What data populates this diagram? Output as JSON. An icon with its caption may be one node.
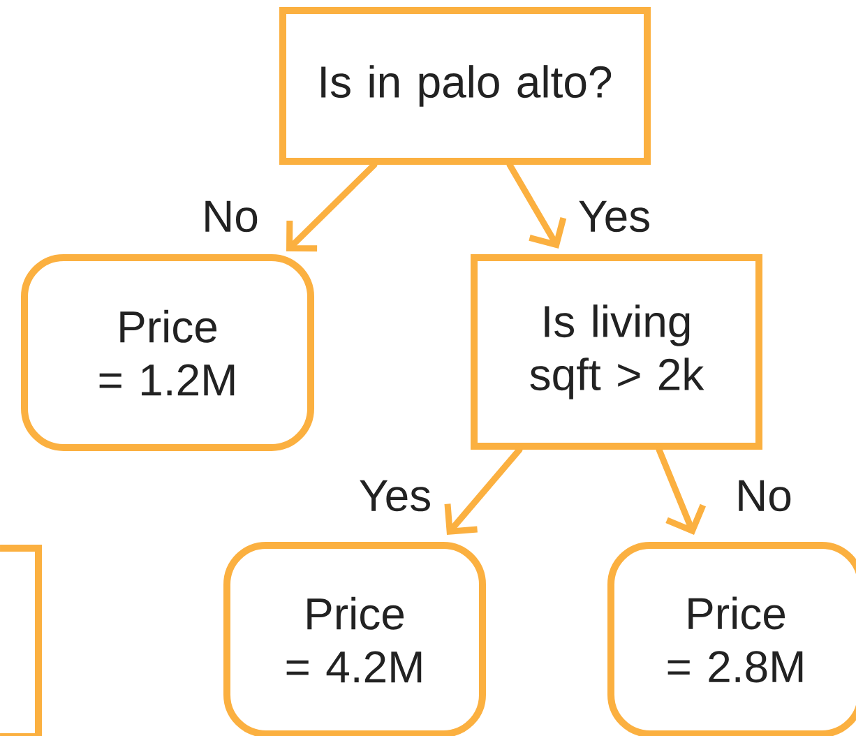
{
  "diagram": {
    "nodes": [
      {
        "text": [
          "Is in palo alto?"
        ]
      },
      {
        "text": [
          "Price = 1.2M"
        ]
      },
      {
        "text": [
          "Is living sqft > 2k"
        ]
      },
      {
        "text": [
          "Price = 4.2M"
        ]
      },
      {
        "text": [
          "Price = 2.8M"
        ]
      },
      {
        "text": [],
        "shape": "box"
      }
    ],
    "edges": [
      {
        "from": 0,
        "to": 1,
        "arrow": "to",
        "label": "No"
      },
      {
        "from": 0,
        "to": 2,
        "arrow": "to",
        "label": "Yes"
      },
      {
        "from": 2,
        "to": 3,
        "arrow": "to",
        "label": "Yes"
      },
      {
        "from": 2,
        "to": 4,
        "arrow": "to",
        "label": "No"
      }
    ]
  }
}
